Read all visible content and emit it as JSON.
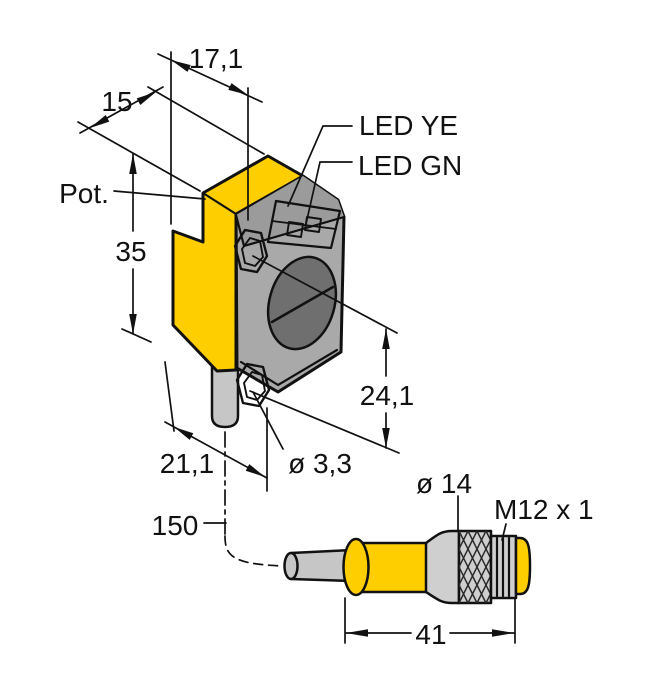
{
  "drawing": {
    "type": "technical-dimension-drawing",
    "subject": "Photoelectric sensor with pigtail M12 connector",
    "colors": {
      "housing_yellow": "#FFCE00",
      "housing_gray": "#A9A9A9",
      "top_strip_gray": "#9B9B9B",
      "lens_gray": "#6F6F6F",
      "cable_gray": "#C6C6C6",
      "connector_gray": "#CFCFCF",
      "led_window": "#ECECEC",
      "line": "#111111"
    },
    "annotations": {
      "pot_label": "Pot.",
      "led_yellow_label": "LED YE",
      "led_green_label": "LED GN"
    },
    "dimensions": {
      "housing_width": "17,1",
      "housing_depth": "15",
      "housing_height": "35",
      "mounting_hole_spacing": "24,1",
      "base_depth": "21,1",
      "mounting_hole_diameter": "ø 3,3",
      "cable_length": "150",
      "connector_body_diameter": "ø 14",
      "connector_thread": "M12 x 1",
      "connector_length": "41"
    }
  }
}
